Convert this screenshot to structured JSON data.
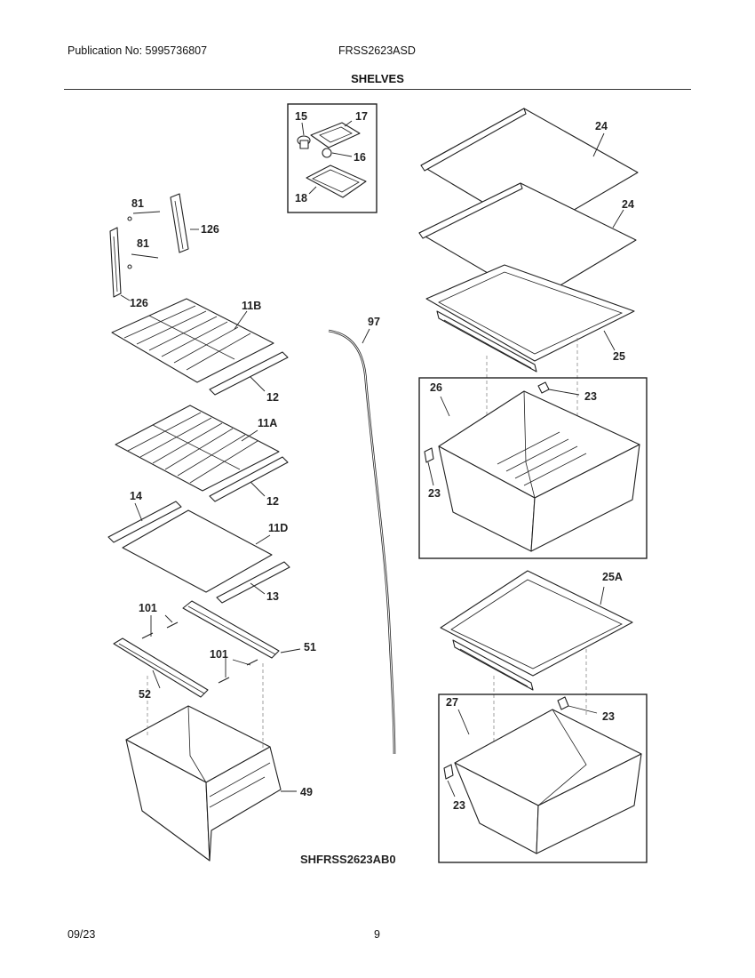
{
  "header": {
    "publication": "Publication No: 5995736807",
    "model": "FRSS2623ASD",
    "section_title": "SHELVES"
  },
  "diagram": {
    "code": "SHFRSS2623AB0",
    "callouts": {
      "c15": "15",
      "c17": "17",
      "c16": "16",
      "c18": "18",
      "c81a": "81",
      "c81b": "81",
      "c126a": "126",
      "c126b": "126",
      "c11b": "11B",
      "c12a": "12",
      "c11a": "11A",
      "c12b": "12",
      "c14": "14",
      "c11d": "11D",
      "c13": "13",
      "c101a": "101",
      "c101b": "101",
      "c51": "51",
      "c52": "52",
      "c49": "49",
      "c97": "97",
      "c24a": "24",
      "c24b": "24",
      "c25": "25",
      "c26": "26",
      "c23a": "23",
      "c23b": "23",
      "c25a": "25A",
      "c27": "27",
      "c23c": "23",
      "c23d": "23"
    }
  },
  "footer": {
    "date": "09/23",
    "page": "9"
  }
}
